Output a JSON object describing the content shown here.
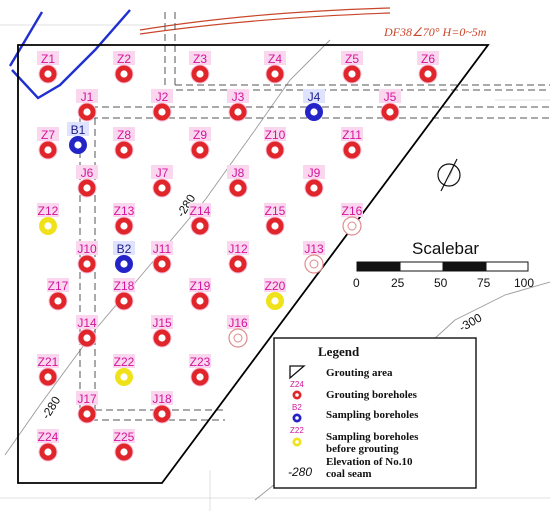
{
  "fault_label": "DF38∠70°  H=0~5m",
  "scalebar": {
    "title": "Scalebar",
    "ticks": [
      "0",
      "25",
      "50",
      "75",
      "100"
    ]
  },
  "contours": [
    "-280",
    "-280",
    "-300"
  ],
  "boreholes": [
    {
      "id": "Z1",
      "kind": "grouting"
    },
    {
      "id": "Z2",
      "kind": "grouting"
    },
    {
      "id": "Z3",
      "kind": "grouting"
    },
    {
      "id": "Z4",
      "kind": "grouting"
    },
    {
      "id": "Z5",
      "kind": "grouting"
    },
    {
      "id": "Z6",
      "kind": "grouting"
    },
    {
      "id": "J1",
      "kind": "grouting"
    },
    {
      "id": "J2",
      "kind": "grouting"
    },
    {
      "id": "J3",
      "kind": "grouting"
    },
    {
      "id": "J4",
      "kind": "sampling"
    },
    {
      "id": "J5",
      "kind": "grouting"
    },
    {
      "id": "Z7",
      "kind": "grouting"
    },
    {
      "id": "B1",
      "kind": "sampling"
    },
    {
      "id": "Z8",
      "kind": "grouting"
    },
    {
      "id": "Z9",
      "kind": "grouting"
    },
    {
      "id": "Z10",
      "kind": "grouting"
    },
    {
      "id": "Z11",
      "kind": "grouting"
    },
    {
      "id": "J6",
      "kind": "grouting"
    },
    {
      "id": "J7",
      "kind": "grouting"
    },
    {
      "id": "J8",
      "kind": "grouting"
    },
    {
      "id": "J9",
      "kind": "grouting"
    },
    {
      "id": "Z12",
      "kind": "before"
    },
    {
      "id": "Z13",
      "kind": "grouting"
    },
    {
      "id": "Z14",
      "kind": "grouting"
    },
    {
      "id": "Z15",
      "kind": "grouting"
    },
    {
      "id": "Z16",
      "kind": "empty"
    },
    {
      "id": "J10",
      "kind": "grouting"
    },
    {
      "id": "B2",
      "kind": "sampling"
    },
    {
      "id": "J11",
      "kind": "grouting"
    },
    {
      "id": "J12",
      "kind": "grouting"
    },
    {
      "id": "J13",
      "kind": "empty"
    },
    {
      "id": "Z17",
      "kind": "grouting"
    },
    {
      "id": "Z18",
      "kind": "grouting"
    },
    {
      "id": "Z19",
      "kind": "grouting"
    },
    {
      "id": "Z20",
      "kind": "before"
    },
    {
      "id": "J14",
      "kind": "grouting"
    },
    {
      "id": "J15",
      "kind": "grouting"
    },
    {
      "id": "J16",
      "kind": "empty"
    },
    {
      "id": "Z21",
      "kind": "grouting"
    },
    {
      "id": "Z22",
      "kind": "before"
    },
    {
      "id": "Z23",
      "kind": "grouting"
    },
    {
      "id": "J17",
      "kind": "grouting"
    },
    {
      "id": "J18",
      "kind": "grouting"
    },
    {
      "id": "Z24",
      "kind": "grouting"
    },
    {
      "id": "Z25",
      "kind": "grouting"
    }
  ],
  "legend": {
    "title": "Legend",
    "items": [
      {
        "key": "area",
        "label": "Grouting area",
        "sample": ""
      },
      {
        "key": "grouting",
        "label": "Grouting boreholes",
        "sample": "Z24"
      },
      {
        "key": "sampling",
        "label": "Sampling boreholes",
        "sample": "B2"
      },
      {
        "key": "before",
        "label": "Sampling boreholes",
        "label2": "before grouting",
        "sample": "Z22"
      },
      {
        "key": "elev",
        "label": "Elevation of No.10",
        "label2": "coal seam",
        "sample": "-280"
      }
    ]
  },
  "colors": {
    "grouting": "#e0262b",
    "sampling": "#2323c8",
    "before": "#f0e21a",
    "empty": "#e08a8a",
    "label": "#d4149a",
    "fault": "#c8462a",
    "boundary_blue": "#1f2fd0"
  }
}
